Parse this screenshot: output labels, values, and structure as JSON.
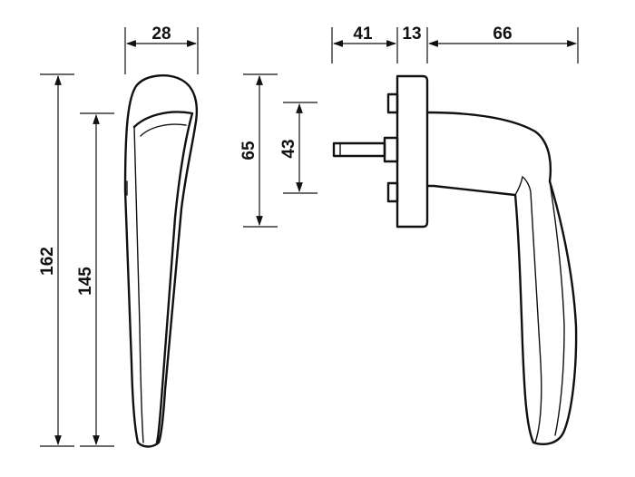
{
  "dimensions": {
    "width_front": "28",
    "height_total": "162",
    "height_grip": "145",
    "rose_height": "65",
    "spindle_spacing": "43",
    "spindle_length": "41",
    "rose_thickness": "13",
    "projection": "66"
  },
  "colors": {
    "line": "#111111",
    "background": "#ffffff"
  }
}
